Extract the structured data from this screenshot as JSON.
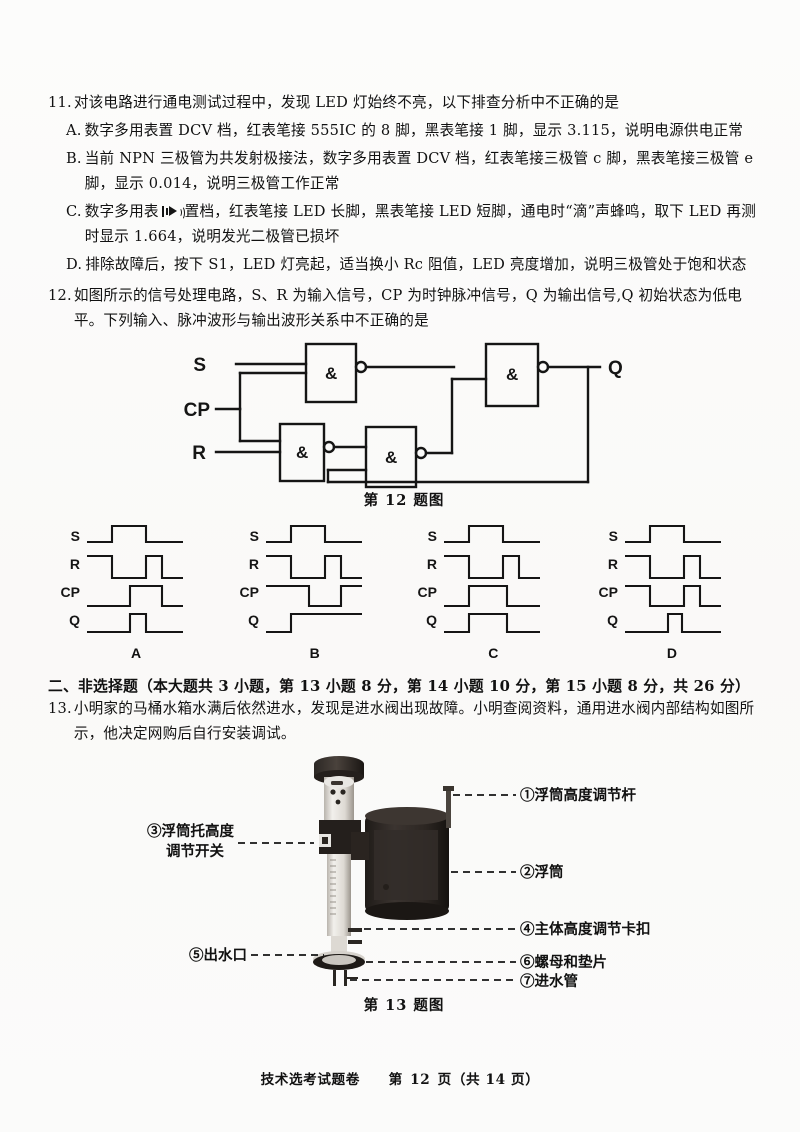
{
  "page": {
    "footer_doc_title": "技术选考试题卷",
    "footer_page_prefix": "第",
    "footer_page_number": "12",
    "footer_page_suffix": "页（共 14 页）"
  },
  "q11": {
    "number": "11.",
    "stem": "对该电路进行通电测试过程中，发现 LED 灯始终不亮，以下排查分析中不正确的是",
    "options": [
      {
        "key": "A.",
        "text": "数字多用表置 DCV 档，红表笔接 555IC 的 8 脚，黑表笔接 1 脚，显示 3.115，说明电源供电正常"
      },
      {
        "key": "B.",
        "text": "当前 NPN 三极管为共发射极接法，数字多用表置 DCV 档，红表笔接三极管 c 脚，黑表笔接三极管 e 脚，显示 0.014，说明三极管工作正常"
      },
      {
        "key": "C.",
        "text_before_symbol": "数字多用表",
        "symbol_name": "continuity-buzzer-icon",
        "text_after_symbol": "置档，红表笔接 LED 长脚，黑表笔接 LED 短脚，通电时“滴”声蜂鸣，取下 LED 再测时显示 1.664，说明发光二极管已损坏"
      },
      {
        "key": "D.",
        "text": "排除故障后，按下 S1，LED 灯亮起，适当换小 Rc 阻值，LED 亮度增加，说明三极管处于饱和状态"
      }
    ]
  },
  "q12": {
    "number": "12.",
    "stem": "如图所示的信号处理电路，S、R 为输入信号，CP 为时钟脉冲信号，Q 为输出信号,Q 初始状态为低电平。下列输入、脉冲波形与输出波形关系中不正确的是",
    "figure_caption": "第 12 题图",
    "circuit": {
      "inputs": [
        "S",
        "CP",
        "R"
      ],
      "output": "Q",
      "gate_symbol": "&",
      "gate_count": 4,
      "gate_type": "NAND"
    },
    "waveforms": [
      {
        "label": "A",
        "signals": [
          "S",
          "R",
          "CP",
          "Q"
        ]
      },
      {
        "label": "B",
        "signals": [
          "S",
          "R",
          "CP",
          "Q"
        ]
      },
      {
        "label": "C",
        "signals": [
          "S",
          "R",
          "CP",
          "Q"
        ]
      },
      {
        "label": "D",
        "signals": [
          "S",
          "R",
          "CP",
          "Q"
        ]
      }
    ]
  },
  "section2": {
    "heading": "二、非选择题（本大题共 3 小题，第 13 小题 8 分，第 14 小题 10 分，第 15 小题 8 分，共 26 分）"
  },
  "q13": {
    "number": "13.",
    "stem": "小明家的马桶水箱水满后依然进水，发现是进水阀出现故障。小明查阅资料，通用进水阀内部结构如图所示，他决定网购后自行安装调试。",
    "figure_caption": "第 13 题图",
    "callouts": [
      {
        "id": "①",
        "label": "①浮筒高度调节杆"
      },
      {
        "id": "②",
        "label": "②浮筒"
      },
      {
        "id": "③",
        "label": "③浮筒托高度",
        "label2": "调节开关"
      },
      {
        "id": "④",
        "label": "④主体高度调节卡扣"
      },
      {
        "id": "⑤",
        "label": "⑤出水口"
      },
      {
        "id": "⑥",
        "label": "⑥螺母和垫片"
      },
      {
        "id": "⑦",
        "label": "⑦进水管"
      }
    ]
  },
  "colors": {
    "ink": "#111111",
    "paper": "#fbfbfa",
    "line": "#151515",
    "photo_dark": "#2a2520",
    "photo_mid": "#585048",
    "photo_light": "#e6e4e0"
  }
}
